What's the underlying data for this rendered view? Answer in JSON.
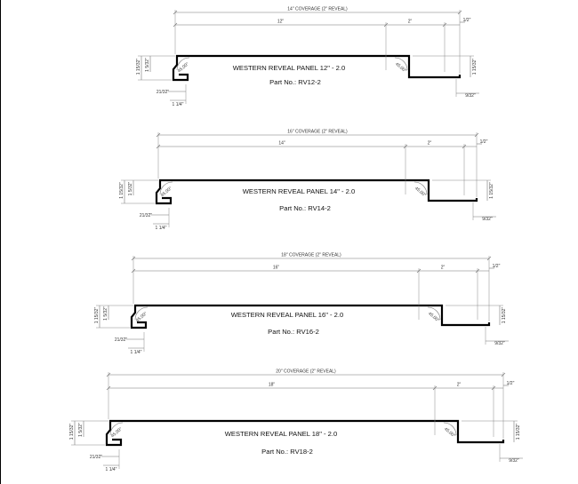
{
  "panels": [
    {
      "coverage": "14\" COVERAGE (2\" REVEAL)",
      "width": "12\"",
      "reveal": "2\"",
      "end_gap": "1/2\"",
      "height_outer": "1 15/32\"",
      "height_inner": "1 5/32\"",
      "bottom_left": "21/32\"",
      "bottom_hook": "1 1/4\"",
      "bottom_right": "9/32\"",
      "angle_label": "45.00°",
      "title": "WESTERN REVEAL PANEL 12\" - 2.0",
      "part_no": "Part No.: RV12-2"
    },
    {
      "coverage": "16\" COVERAGE (2\" REVEAL)",
      "width": "14\"",
      "reveal": "2\"",
      "end_gap": "1/2\"",
      "height_outer": "1 15/32\"",
      "height_inner": "1 5/32\"",
      "bottom_left": "21/32\"",
      "bottom_hook": "1 1/4\"",
      "bottom_right": "9/32\"",
      "angle_label": "45.00°",
      "title": "WESTERN REVEAL PANEL 14\" - 2.0",
      "part_no": "Part No.: RV14-2"
    },
    {
      "coverage": "18\" COVERAGE (2\" REVEAL)",
      "width": "16\"",
      "reveal": "2\"",
      "end_gap": "1/2\"",
      "height_outer": "1 15/32\"",
      "height_inner": "1 5/32\"",
      "bottom_left": "21/32\"",
      "bottom_hook": "1 1/4\"",
      "bottom_right": "9/32\"",
      "angle_label": "45.00°",
      "title": "WESTERN REVEAL PANEL 16\" - 2.0",
      "part_no": "Part No.: RV16-2"
    },
    {
      "coverage": "20\" COVERAGE (2\" REVEAL)",
      "width": "18\"",
      "reveal": "2\"",
      "end_gap": "1/2\"",
      "height_outer": "1 15/32\"",
      "height_inner": "1 5/32\"",
      "bottom_left": "21/32\"",
      "bottom_hook": "1 1/4\"",
      "bottom_right": "9/32\"",
      "angle_label": "45.00°",
      "title": "WESTERN REVEAL PANEL 18\" - 2.0",
      "part_no": "Part No.: RV18-2"
    }
  ]
}
